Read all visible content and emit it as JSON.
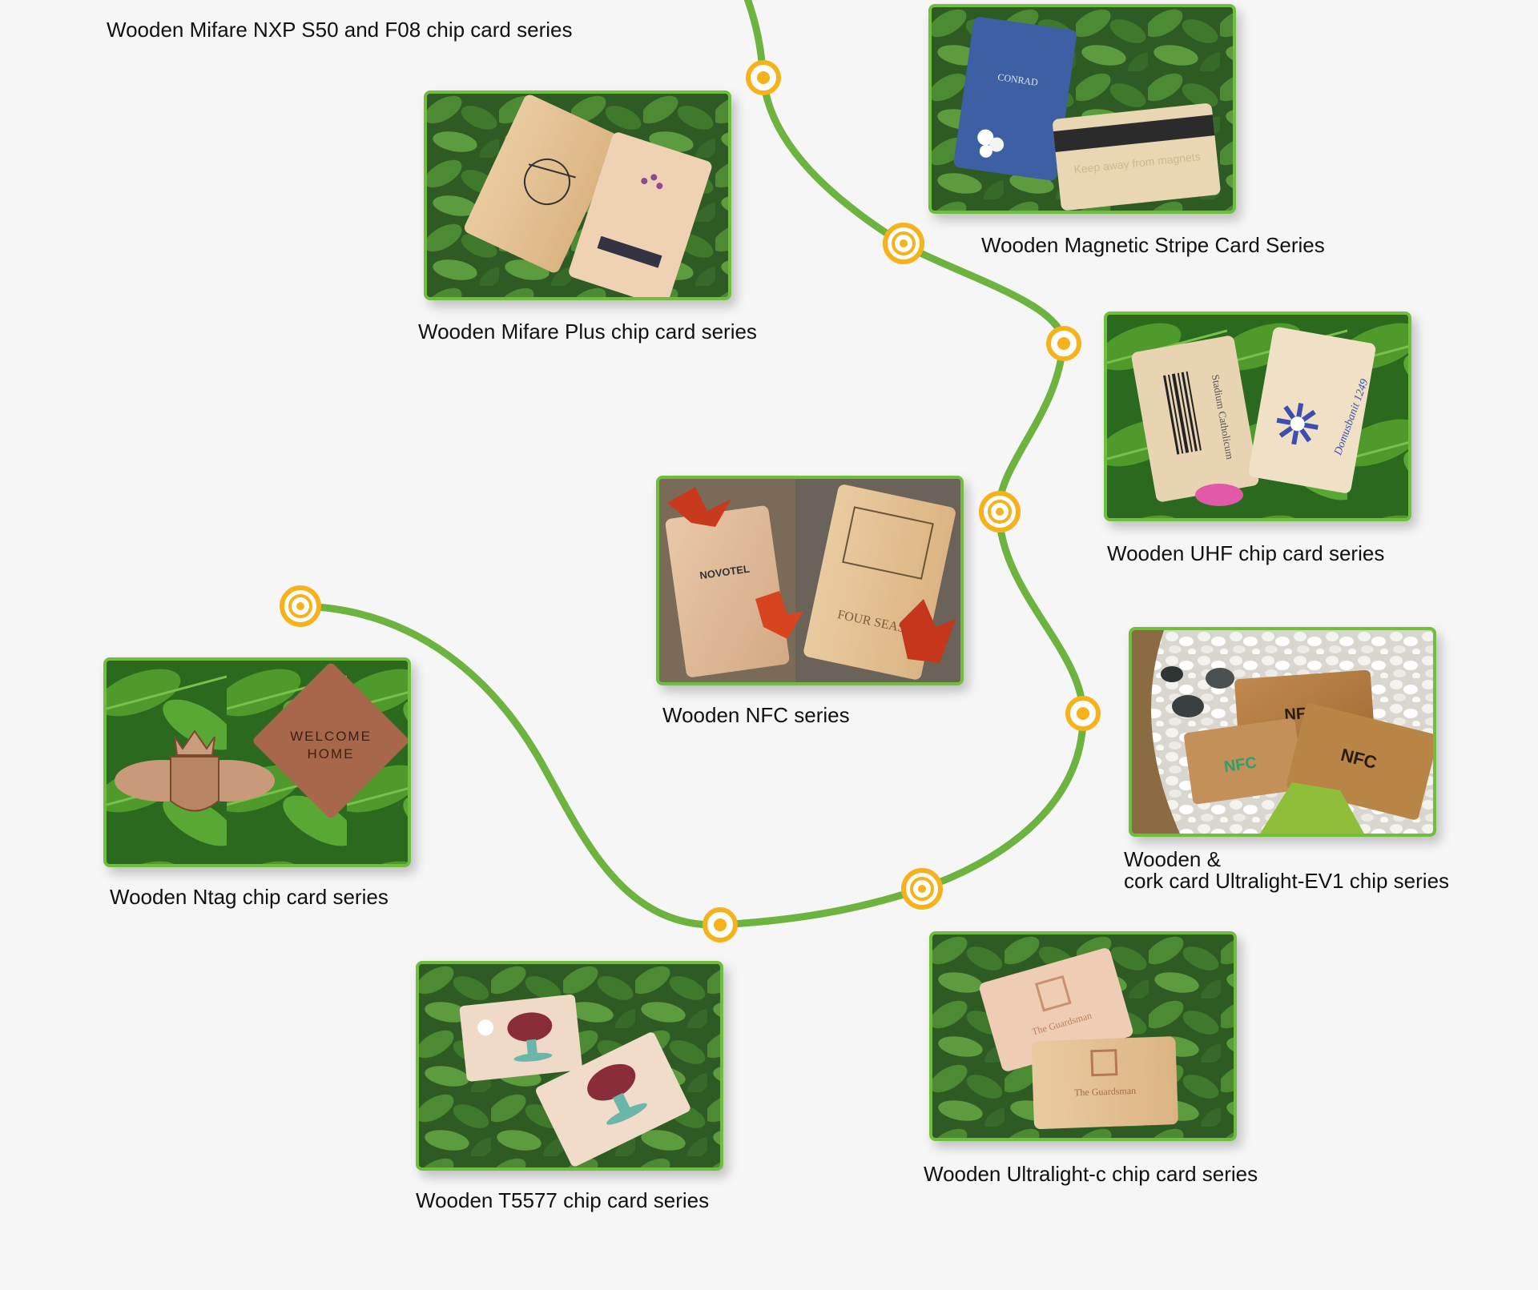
{
  "colors": {
    "route_line": "#6cb33f",
    "node_ring": "#f5b21b",
    "frame_border": "#6fbf3c",
    "background": "#f6f6f6",
    "caption_text": "#111111"
  },
  "products": [
    {
      "id": "mifare-nxp",
      "caption": "Wooden Mifare NXP S50 and F08 chip card series",
      "image": "none"
    },
    {
      "id": "magnetic-stripe",
      "caption": "Wooden Magnetic Stripe Card Series",
      "image": "blue-wood-card-and-magstripe-card-on-leaves",
      "card_texts": [
        "CONRAD",
        "Keep away from magnets"
      ]
    },
    {
      "id": "mifare-plus",
      "caption": "Wooden Mifare Plus chip card series",
      "image": "two-bamboo-cards-on-leaves"
    },
    {
      "id": "uhf",
      "caption": "Wooden UHF chip card series",
      "image": "barcode-card-and-sun-logo-card-on-leaves",
      "card_texts": [
        "Stadium Catholicum",
        "Domusbanit 1249"
      ]
    },
    {
      "id": "nfc",
      "caption": "Wooden NFC series",
      "image": "novotel-and-four-seasons-wood-cards-with-maple-leaves",
      "card_texts": [
        "NOVOTEL",
        "FOUR SEAS"
      ]
    },
    {
      "id": "cork-ultralight-ev1",
      "caption_lines": [
        "Wooden &",
        "cork card Ultralight-EV1 chip series"
      ],
      "image": "cork-nfc-cards-on-white-pebbles",
      "card_texts": [
        "NFC",
        "NFC",
        "NFC"
      ]
    },
    {
      "id": "ntag",
      "caption": "Wooden Ntag chip card series",
      "image": "crown-logo-and-welcome-home-cards-on-leaves",
      "card_texts": [
        "WELCOME",
        "HOME"
      ]
    },
    {
      "id": "t5577",
      "caption": "Wooden T5577 chip card series",
      "image": "cake-print-cards-on-leaves"
    },
    {
      "id": "ultralight-c",
      "caption": "Wooden Ultralight-c chip card series",
      "image": "guardsman-wood-cards-on-leaves",
      "card_texts": [
        "The Guardsman",
        "The Guardsman"
      ]
    }
  ]
}
